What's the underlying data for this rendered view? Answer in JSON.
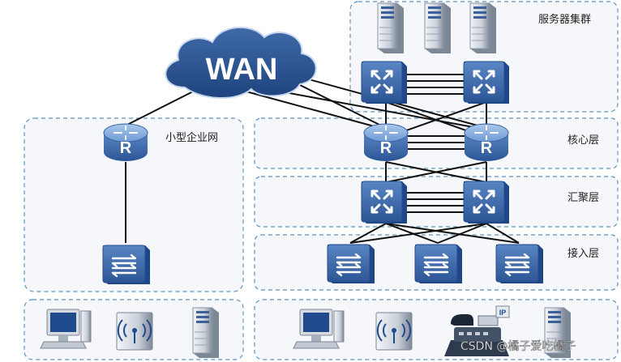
{
  "diagram": {
    "wan_label": "WAN",
    "labels": {
      "server_cluster": "服务器集群",
      "core_layer": "核心层",
      "aggregation_layer": "汇聚层",
      "access_layer": "接入层",
      "small_enterprise": "小型企业网"
    },
    "router_letter": "R",
    "phone_badge": "IP",
    "watermark": "CSDN @橘子爱吃橘子"
  }
}
